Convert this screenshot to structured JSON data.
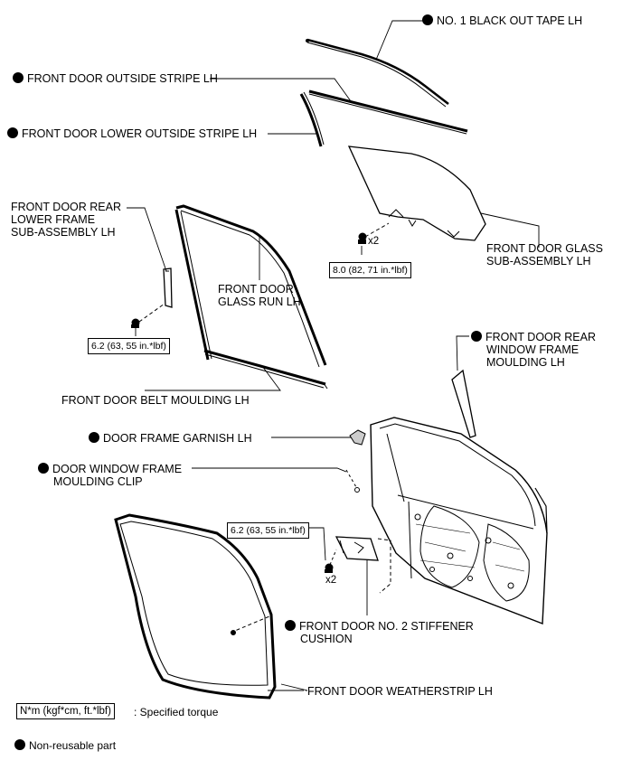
{
  "labels": {
    "black_out_tape": "NO. 1 BLACK OUT TAPE LH",
    "outside_stripe": "FRONT DOOR OUTSIDE STRIPE LH",
    "lower_outside_stripe": "FRONT DOOR LOWER OUTSIDE STRIPE LH",
    "rear_lower_frame": [
      "FRONT DOOR REAR",
      "LOWER FRAME",
      "SUB-ASSEMBLY LH"
    ],
    "glass_run": [
      "FRONT DOOR",
      "GLASS RUN LH"
    ],
    "glass_subassembly": [
      "FRONT DOOR GLASS",
      "SUB-ASSEMBLY LH"
    ],
    "belt_moulding": "FRONT DOOR BELT MOULDING LH",
    "rear_window_frame_moulding": [
      "FRONT DOOR REAR",
      "WINDOW FRAME",
      "MOULDING LH"
    ],
    "door_frame_garnish": "DOOR FRAME GARNISH LH",
    "window_frame_clip": [
      "DOOR WINDOW FRAME",
      "MOULDING CLIP"
    ],
    "stiffener_cushion": [
      "FRONT DOOR NO. 2 STIFFENER",
      "CUSHION"
    ],
    "weatherstrip": "FRONT DOOR WEATHERSTRIP LH"
  },
  "torques": {
    "glass_bolt": "8.0 (82, 71 in.*lbf)",
    "rear_frame_bolt": "6.2 (63, 55 in.*lbf)",
    "cushion_bolt": "6.2 (63, 55 in.*lbf)"
  },
  "quantities": {
    "glass_bolt": "x2",
    "cushion_bolt": "x2"
  },
  "legend": {
    "torque_box": "N*m (kgf*cm, ft.*lbf)",
    "torque_text": ": Specified torque",
    "non_reusable": "Non-reusable part"
  }
}
